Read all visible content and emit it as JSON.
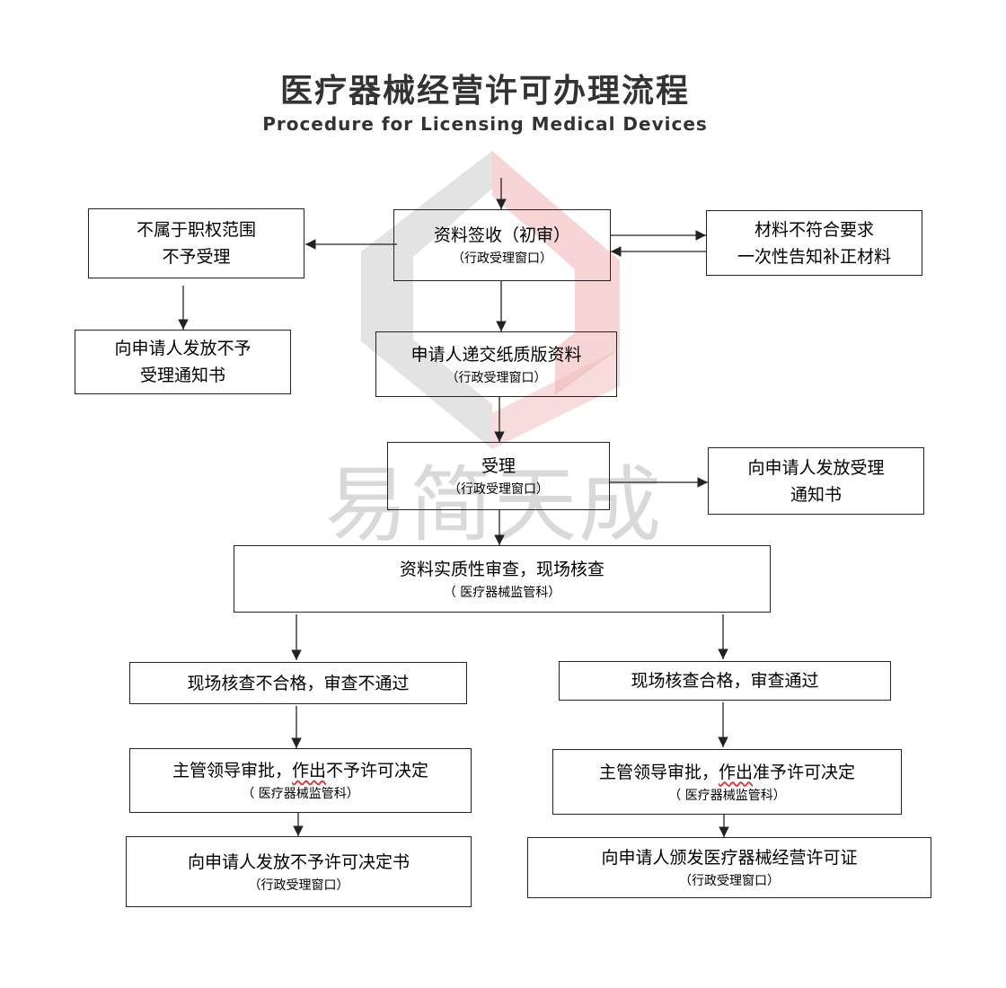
{
  "title": "医疗器械经营许可办理流程",
  "subtitle": "Procedure for Licensing Medical Devices",
  "watermark": "易简天成",
  "colors": {
    "watermark_gray": "#b0b0b0",
    "watermark_red": "#f2b9b9",
    "line": "#222222"
  },
  "nodes": {
    "receive": {
      "line1": "资料签收（初审）",
      "line2": "（行政受理窗口）"
    },
    "out_of_scope": {
      "line1": "不属于职权范围",
      "line2": "不予受理"
    },
    "not_accept_notice": {
      "line1": "向申请人发放不予",
      "line2": "受理通知书"
    },
    "incomplete": {
      "line1": "材料不符合要求",
      "line2": "一次性告知补正材料"
    },
    "paper_submit": {
      "line1": "申请人递交纸质版资料",
      "line2": "（行政受理窗口）"
    },
    "accept": {
      "line1": "受理",
      "line2": "（行政受理窗口）"
    },
    "accept_notice": {
      "line1": "向申请人发放受理",
      "line2": "通知书"
    },
    "review": {
      "line1": "资料实质性审查，现场核查",
      "line2": "（ 医疗器械监管科）"
    },
    "fail": {
      "line1": "现场核查不合格，审查不通过"
    },
    "pass": {
      "line1": "现场核查合格，审查通过"
    },
    "deny_approval": {
      "line1_pre": "主管领导审批，",
      "line1_wavy": "作出",
      "line1_post": "不予许可决定",
      "line2": "（ 医疗器械监管科）"
    },
    "grant_approval": {
      "line1_pre": "主管领导审批，",
      "line1_wavy": "作出",
      "line1_post": "准予许可决定",
      "line2": "（ 医疗器械监管科）"
    },
    "deny_notice": {
      "line1": "向申请人发放不予许可决定书",
      "line2": "（行政受理窗口）"
    },
    "license_issue": {
      "line1": "向申请人颁发医疗器械经营许可证",
      "line2": "（行政受理窗口）"
    }
  }
}
